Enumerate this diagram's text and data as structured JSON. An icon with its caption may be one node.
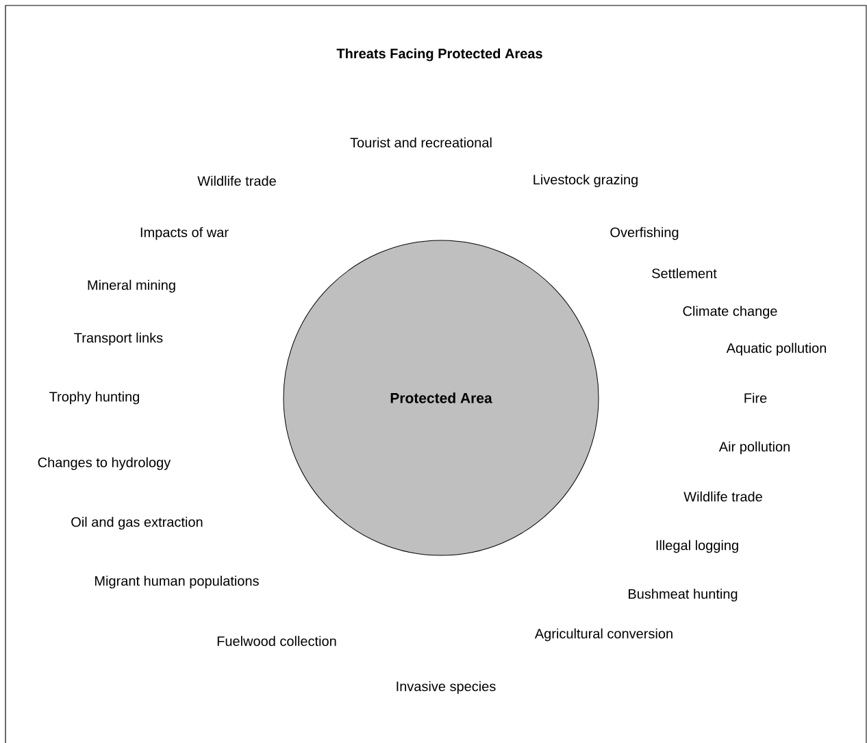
{
  "diagram": {
    "title": "Threats Facing Protected Areas",
    "nodes": [
      {
        "text": [
          "Protected Area"
        ]
      }
    ],
    "edges": [],
    "labels": [
      "Tourist and recreational",
      "Wildlife trade",
      "Livestock grazing",
      "Impacts of war",
      "Overfishing",
      "Settlement",
      "Mineral mining",
      "Climate change",
      "Transport links",
      "Aquatic pollution",
      "Trophy hunting",
      "Fire",
      "Air pollution",
      "Changes to hydrology",
      "Wildlife trade",
      "Oil and gas extraction",
      "Illegal logging",
      "Migrant human populations",
      "Bushmeat hunting",
      "Agricultural conversion",
      "Fuelwood collection",
      "Invasive species"
    ]
  }
}
